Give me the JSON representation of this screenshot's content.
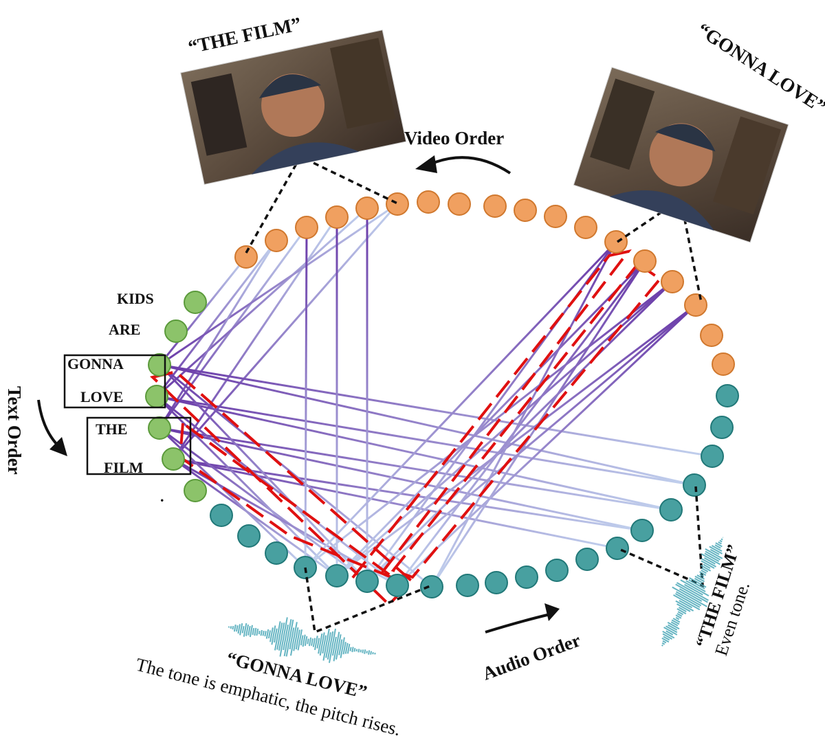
{
  "colors": {
    "video": "#f0a060",
    "video_stroke": "#d0782e",
    "text": "#8cc36a",
    "text_stroke": "#5b9a3b",
    "audio": "#48a0a0",
    "audio_stroke": "#217878",
    "line_light": "#c2d2ee",
    "line_dark": "#6a3aa8",
    "highlight": "#e01010"
  },
  "orders": {
    "video": "Video Order",
    "text": "Text Order",
    "audio": "Audio Order"
  },
  "text_words": [
    "KIDS",
    "ARE",
    "GONNA",
    "LOVE",
    "THE",
    "FILM"
  ],
  "video_frames": [
    {
      "caption": "“THE FILM”",
      "image": "video-frame-icon"
    },
    {
      "caption": "“GONNA LOVE”",
      "image": "video-frame-icon"
    }
  ],
  "audio_clips": [
    {
      "caption": "“GONNA LOVE”",
      "description": "The tone is emphatic, the pitch rises.",
      "icon": "waveform-icon"
    },
    {
      "caption": "“THE FILM”",
      "description": "Even tone.",
      "icon": "waveform-icon"
    }
  ],
  "stray_mark": "."
}
